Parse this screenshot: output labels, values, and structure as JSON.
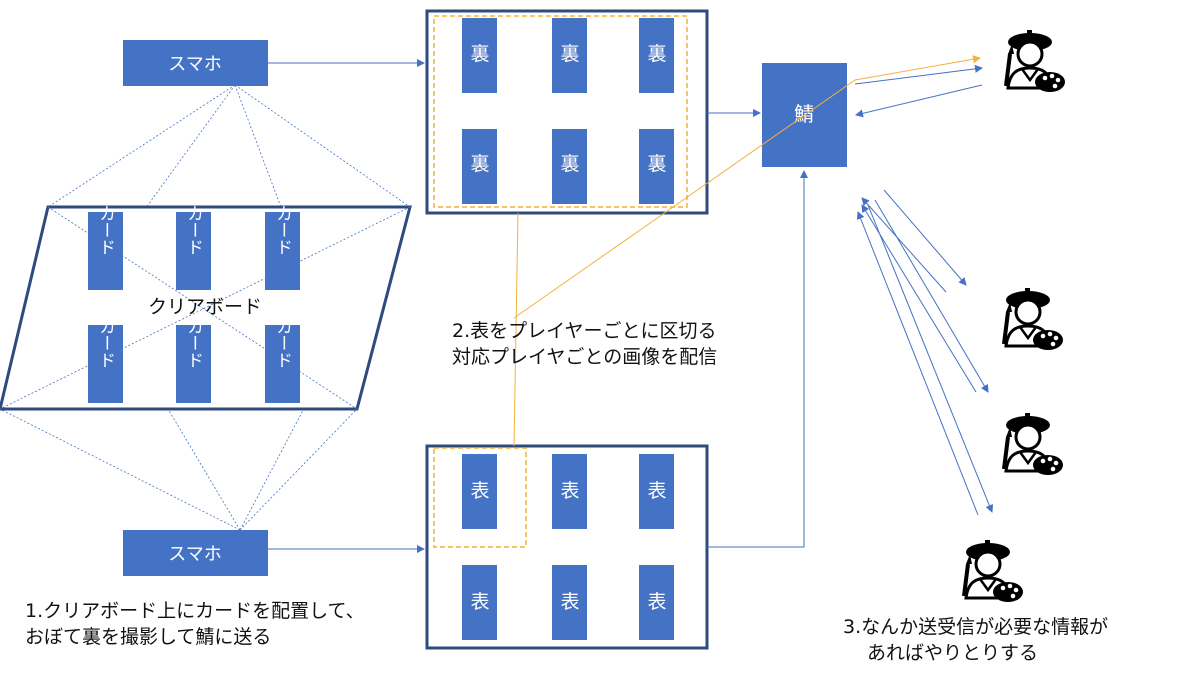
{
  "nodes": {
    "phone_top": "スマホ",
    "phone_bottom": "スマホ",
    "server": "鯖",
    "clipboard": "クリアボード",
    "card_label": "カード",
    "back_label": "裏",
    "front_label": "表"
  },
  "notes": {
    "step1_line1": "1.クリアボード上にカードを配置して、",
    "step1_line2": "おぼて裏を撮影して鯖に送る",
    "step2_line1": "2.表をプレイヤーごとに区切る",
    "step2_line2": "対応プレイヤごとの画像を配信",
    "step3_line1": "3.なんか送受信が必要な情報が",
    "step3_line2": "あればやりとりする"
  },
  "colors": {
    "box": "#4472c4",
    "frame": "#2f4a7c",
    "highlight": "#f4b13b"
  },
  "icons": [
    "player-icon",
    "player-icon",
    "player-icon",
    "player-icon"
  ]
}
